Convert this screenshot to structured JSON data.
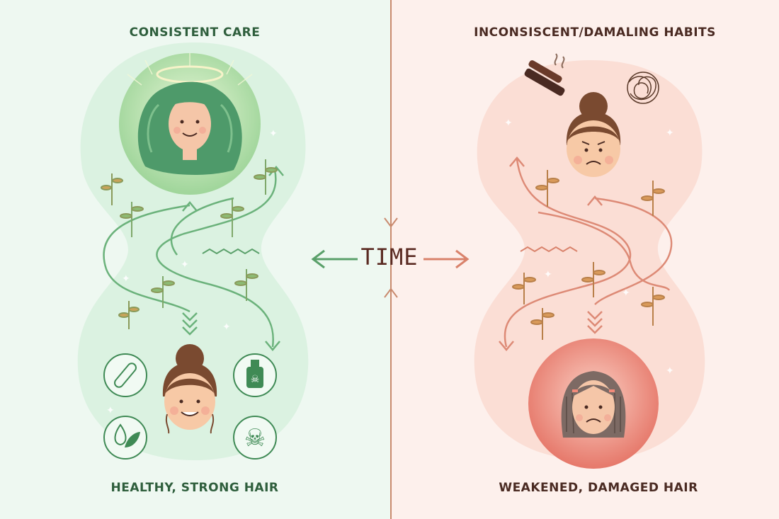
{
  "left_panel": {
    "title": "CONSISTENT CARE",
    "caption": "HEALTHY, STRONG HAIR",
    "icons": [
      "brush-icon",
      "poison-bottle-icon",
      "water-leaf-icon",
      "skull-crossbones-icon"
    ],
    "colors": {
      "background": "#eef8f1",
      "accent": "#5aa06a",
      "blob": "#d9f1df"
    }
  },
  "right_panel": {
    "title": "INCONSISCENT/DAMALING HABITS",
    "caption": "WEAKENED, DAMAGED HAIR",
    "icons": [
      "flat-iron-icon",
      "tangled-hair-icon"
    ],
    "colors": {
      "background": "#fdf0ec",
      "accent": "#d9826b",
      "blob": "#fadcd3"
    }
  },
  "center": {
    "label": "TIME",
    "colors": {
      "divider": "#c98a6e",
      "text": "#5a2a22"
    }
  }
}
